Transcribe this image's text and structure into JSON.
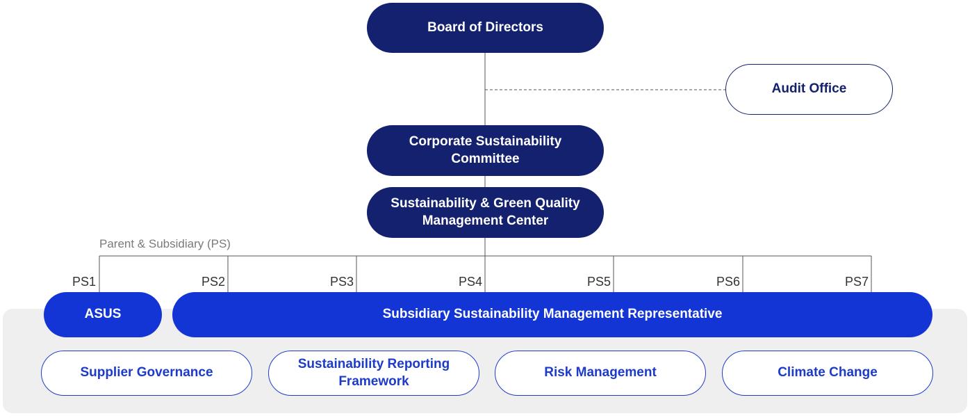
{
  "nodes": {
    "board": "Board of Directors",
    "audit": "Audit Office",
    "committee": "Corporate Sustainability Committee",
    "center": "Sustainability & Green Quality Management Center",
    "asus": "ASUS",
    "subsidiary_rep": "Subsidiary Sustainability Management Representative"
  },
  "parent_label": "Parent & Subsidiary (PS)",
  "ps_labels": [
    "PS1",
    "PS2",
    "PS3",
    "PS4",
    "PS5",
    "PS6",
    "PS7"
  ],
  "functions": [
    "Supplier Governance",
    "Sustainability Reporting Framework",
    "Risk Management",
    "Climate Change"
  ],
  "colors": {
    "navy": "#13216f",
    "royal_blue": "#1435d6",
    "panel_gray": "#efeff0",
    "line_gray": "#555555"
  }
}
